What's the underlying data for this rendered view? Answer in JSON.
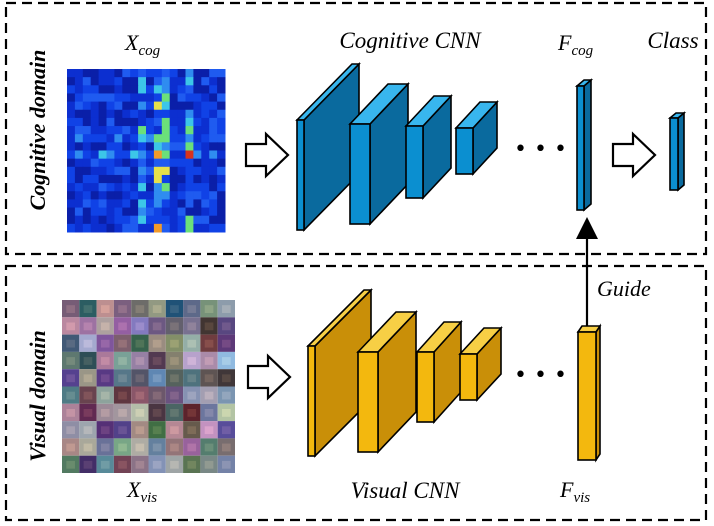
{
  "cognitive": {
    "domain_label": "Cognitive domain",
    "input_symbol": "X",
    "input_subscript": "cog",
    "network_label": "Cognitive CNN",
    "feature_symbol": "F",
    "feature_subscript": "cog",
    "output_label": "Class",
    "ellipsis": "• • •",
    "colors": {
      "front": "#0b8fd0",
      "side": "#0a6a9e",
      "top": "#38b6ee",
      "stroke": "#000000"
    }
  },
  "visual": {
    "domain_label": "Visual domain",
    "input_symbol": "X",
    "input_subscript": "vis",
    "network_label": "Visual CNN",
    "feature_symbol": "F",
    "feature_subscript": "vis",
    "ellipsis": "• • •",
    "colors": {
      "front": "#f3b80e",
      "side": "#c98f08",
      "top": "#f7cf45",
      "stroke": "#000000"
    }
  },
  "guide": {
    "label": "Guide"
  }
}
